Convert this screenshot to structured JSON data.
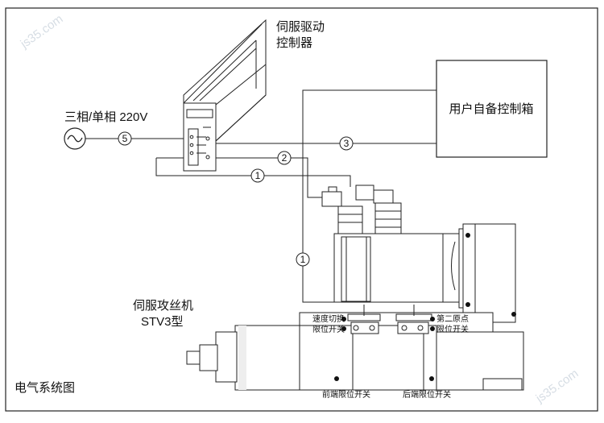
{
  "labels": {
    "servo_driver_line1": "伺服驱动",
    "servo_driver_line2": "控制器",
    "power_supply": "三相/单相 220V",
    "user_control_box": "用户自备控制箱",
    "machine_line1": "伺服攻丝机",
    "machine_line2": "STV3型",
    "speed_switch_line1": "速度切换",
    "speed_switch_line2": "限位开关",
    "second_origin_line1": "第二原点",
    "second_origin_line2": "限位开关",
    "front_limit": "前端限位开关",
    "rear_limit": "后端限位开关",
    "diagram_title": "电气系统图"
  },
  "cables": {
    "c1_top": "1",
    "c2": "2",
    "c3": "3",
    "c5": "5",
    "c1_vertical": "1"
  },
  "watermarks": {
    "top_left": "js35.com",
    "right": "js35.com"
  },
  "icons": {
    "ac_source": "ac-sine-wave-icon"
  }
}
